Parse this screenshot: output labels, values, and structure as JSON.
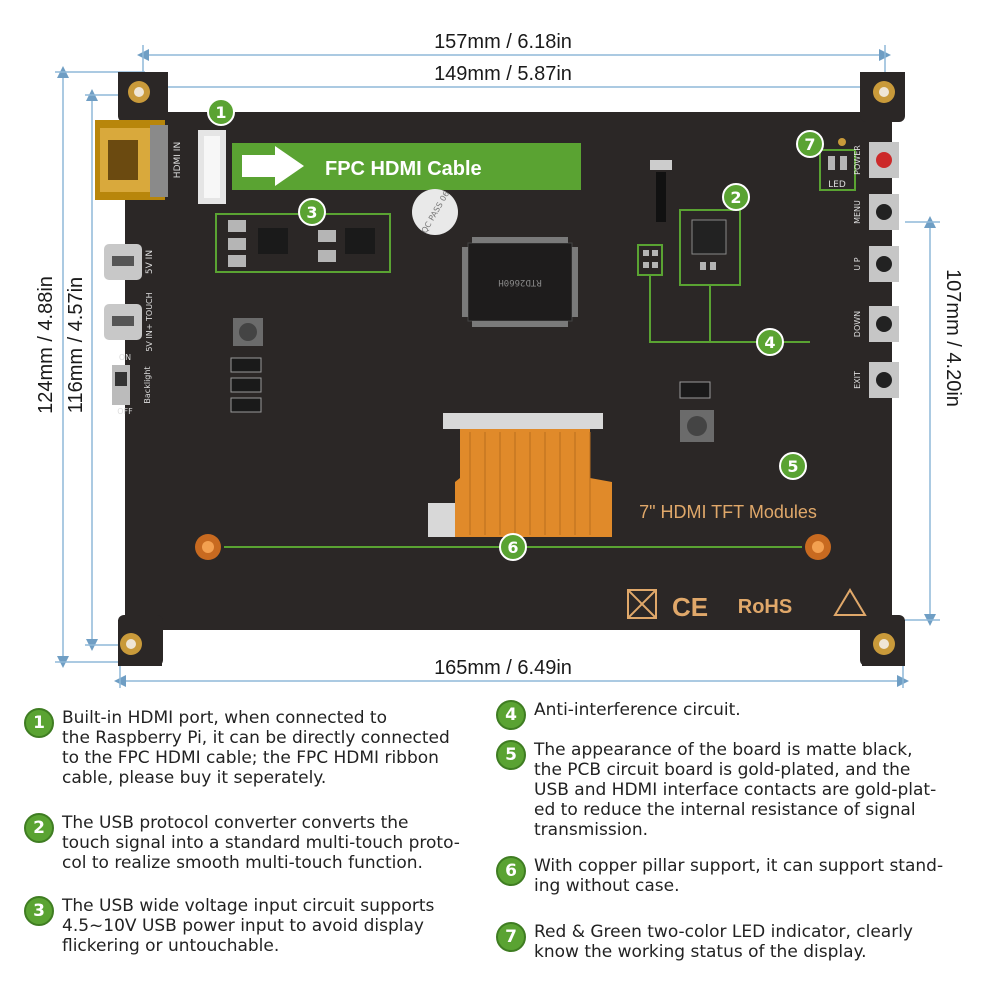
{
  "dimensions": {
    "overall_width": "157mm / 6.18in",
    "hole_width": "149mm / 5.87in",
    "pcb_width": "165mm / 6.49in",
    "overall_height": "124mm / 4.88in",
    "hole_height": "116mm / 4.57in",
    "right_height": "107mm / 4.20in"
  },
  "board": {
    "fpc_label": "FPC HDMI Cable",
    "hdmi_in": "HDMI IN",
    "power_in": "5V IN",
    "touch_in": "5V IN+ TOUCH",
    "backlight": "Backlight",
    "switch_on": "ON",
    "switch_off": "OFF",
    "led": "LED",
    "buttons": [
      "POWER",
      "MENU",
      "U P",
      "DOWN",
      "EXIT"
    ],
    "chip_main": "RTD2660H",
    "qc_sticker": "QC PASS 06",
    "module_title": "7\" HDMI TFT Modules",
    "cert_ce": "CE",
    "cert_rohs": "RoHS",
    "badge_numbers": [
      "1",
      "2",
      "3",
      "4",
      "5",
      "6",
      "7"
    ]
  },
  "callouts": [
    {
      "num": "1",
      "lines": [
        "Built-in HDMI port, when connected to",
        "the Raspberry Pi, it can be directly connected",
        "to the FPC HDMI cable; the FPC HDMI ribbon",
        "cable, please buy it seperately."
      ]
    },
    {
      "num": "2",
      "lines": [
        "The USB protocol converter converts the",
        "touch signal into a standard multi-touch proto-",
        "col to realize smooth multi-touch function."
      ]
    },
    {
      "num": "3",
      "lines": [
        "The USB wide voltage input circuit supports",
        "4.5~10V USB power input to avoid display",
        "flickering or untouchable."
      ]
    },
    {
      "num": "4",
      "lines": [
        "Anti-interference circuit."
      ]
    },
    {
      "num": "5",
      "lines": [
        "The appearance of the board is matte black,",
        "the PCB circuit board is gold-plated, and the",
        "USB and HDMI interface contacts are gold-plat-",
        "ed to reduce the internal resistance of signal",
        "transmission."
      ]
    },
    {
      "num": "6",
      "lines": [
        "With copper pillar support, it can support stand-",
        "ing without case."
      ]
    },
    {
      "num": "7",
      "lines": [
        "Red & Green two-color LED indicator, clearly",
        "know the working status of the display."
      ]
    }
  ],
  "colors": {
    "pcb": "#2b2726",
    "green": "#5aa332",
    "gold": "#c99a3a",
    "ribbon": "#e08a2a",
    "dimension_line": "#8fb8d8"
  }
}
